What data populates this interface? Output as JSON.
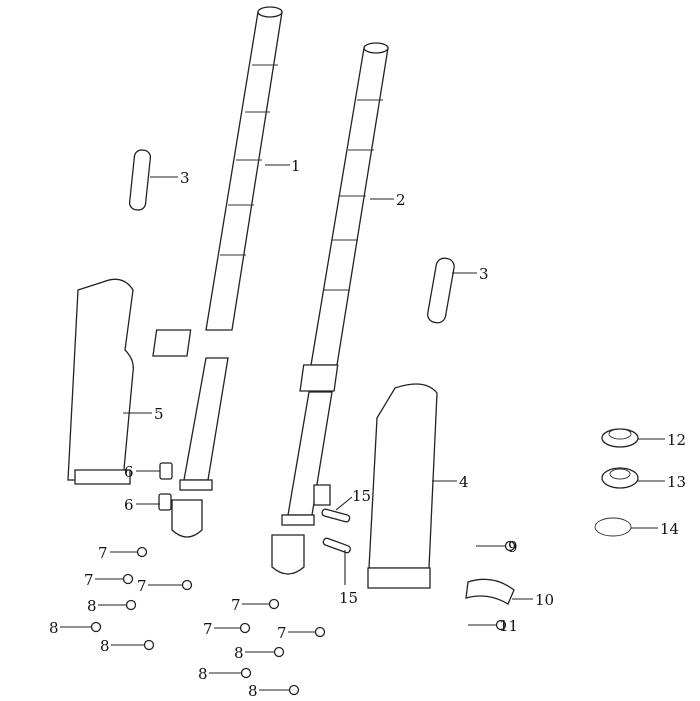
{
  "diagram": {
    "title": "Front fork exploded parts diagram",
    "callouts": [
      "1",
      "3",
      "2",
      "3",
      "5",
      "12",
      "4",
      "13",
      "6",
      "6",
      "15",
      "14",
      "7",
      "9",
      "7",
      "7",
      "15",
      "10",
      "8",
      "7",
      "8",
      "7",
      "7",
      "11",
      "8",
      "8",
      "8",
      "8"
    ],
    "line_color": "#222222"
  }
}
